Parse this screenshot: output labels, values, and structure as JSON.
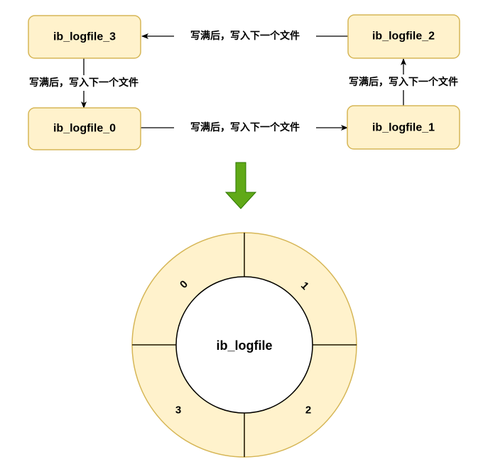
{
  "nodes": {
    "file0": "ib_logfile_0",
    "file1": "ib_logfile_1",
    "file2": "ib_logfile_2",
    "file3": "ib_logfile_3"
  },
  "edges": {
    "e0to1": "写满后，写入下一个文件",
    "e1to2": "写满后，写入下一个文件",
    "e2to3": "写满后，写入下一个文件",
    "e3to0": "写满后，写入下一个文件"
  },
  "ring": {
    "center_label": "ib_logfile",
    "segments": [
      "0",
      "1",
      "2",
      "3"
    ]
  },
  "colors": {
    "node_fill": "#fff2cc",
    "node_stroke": "#d6b656",
    "arrow_fill": "#60a917"
  }
}
